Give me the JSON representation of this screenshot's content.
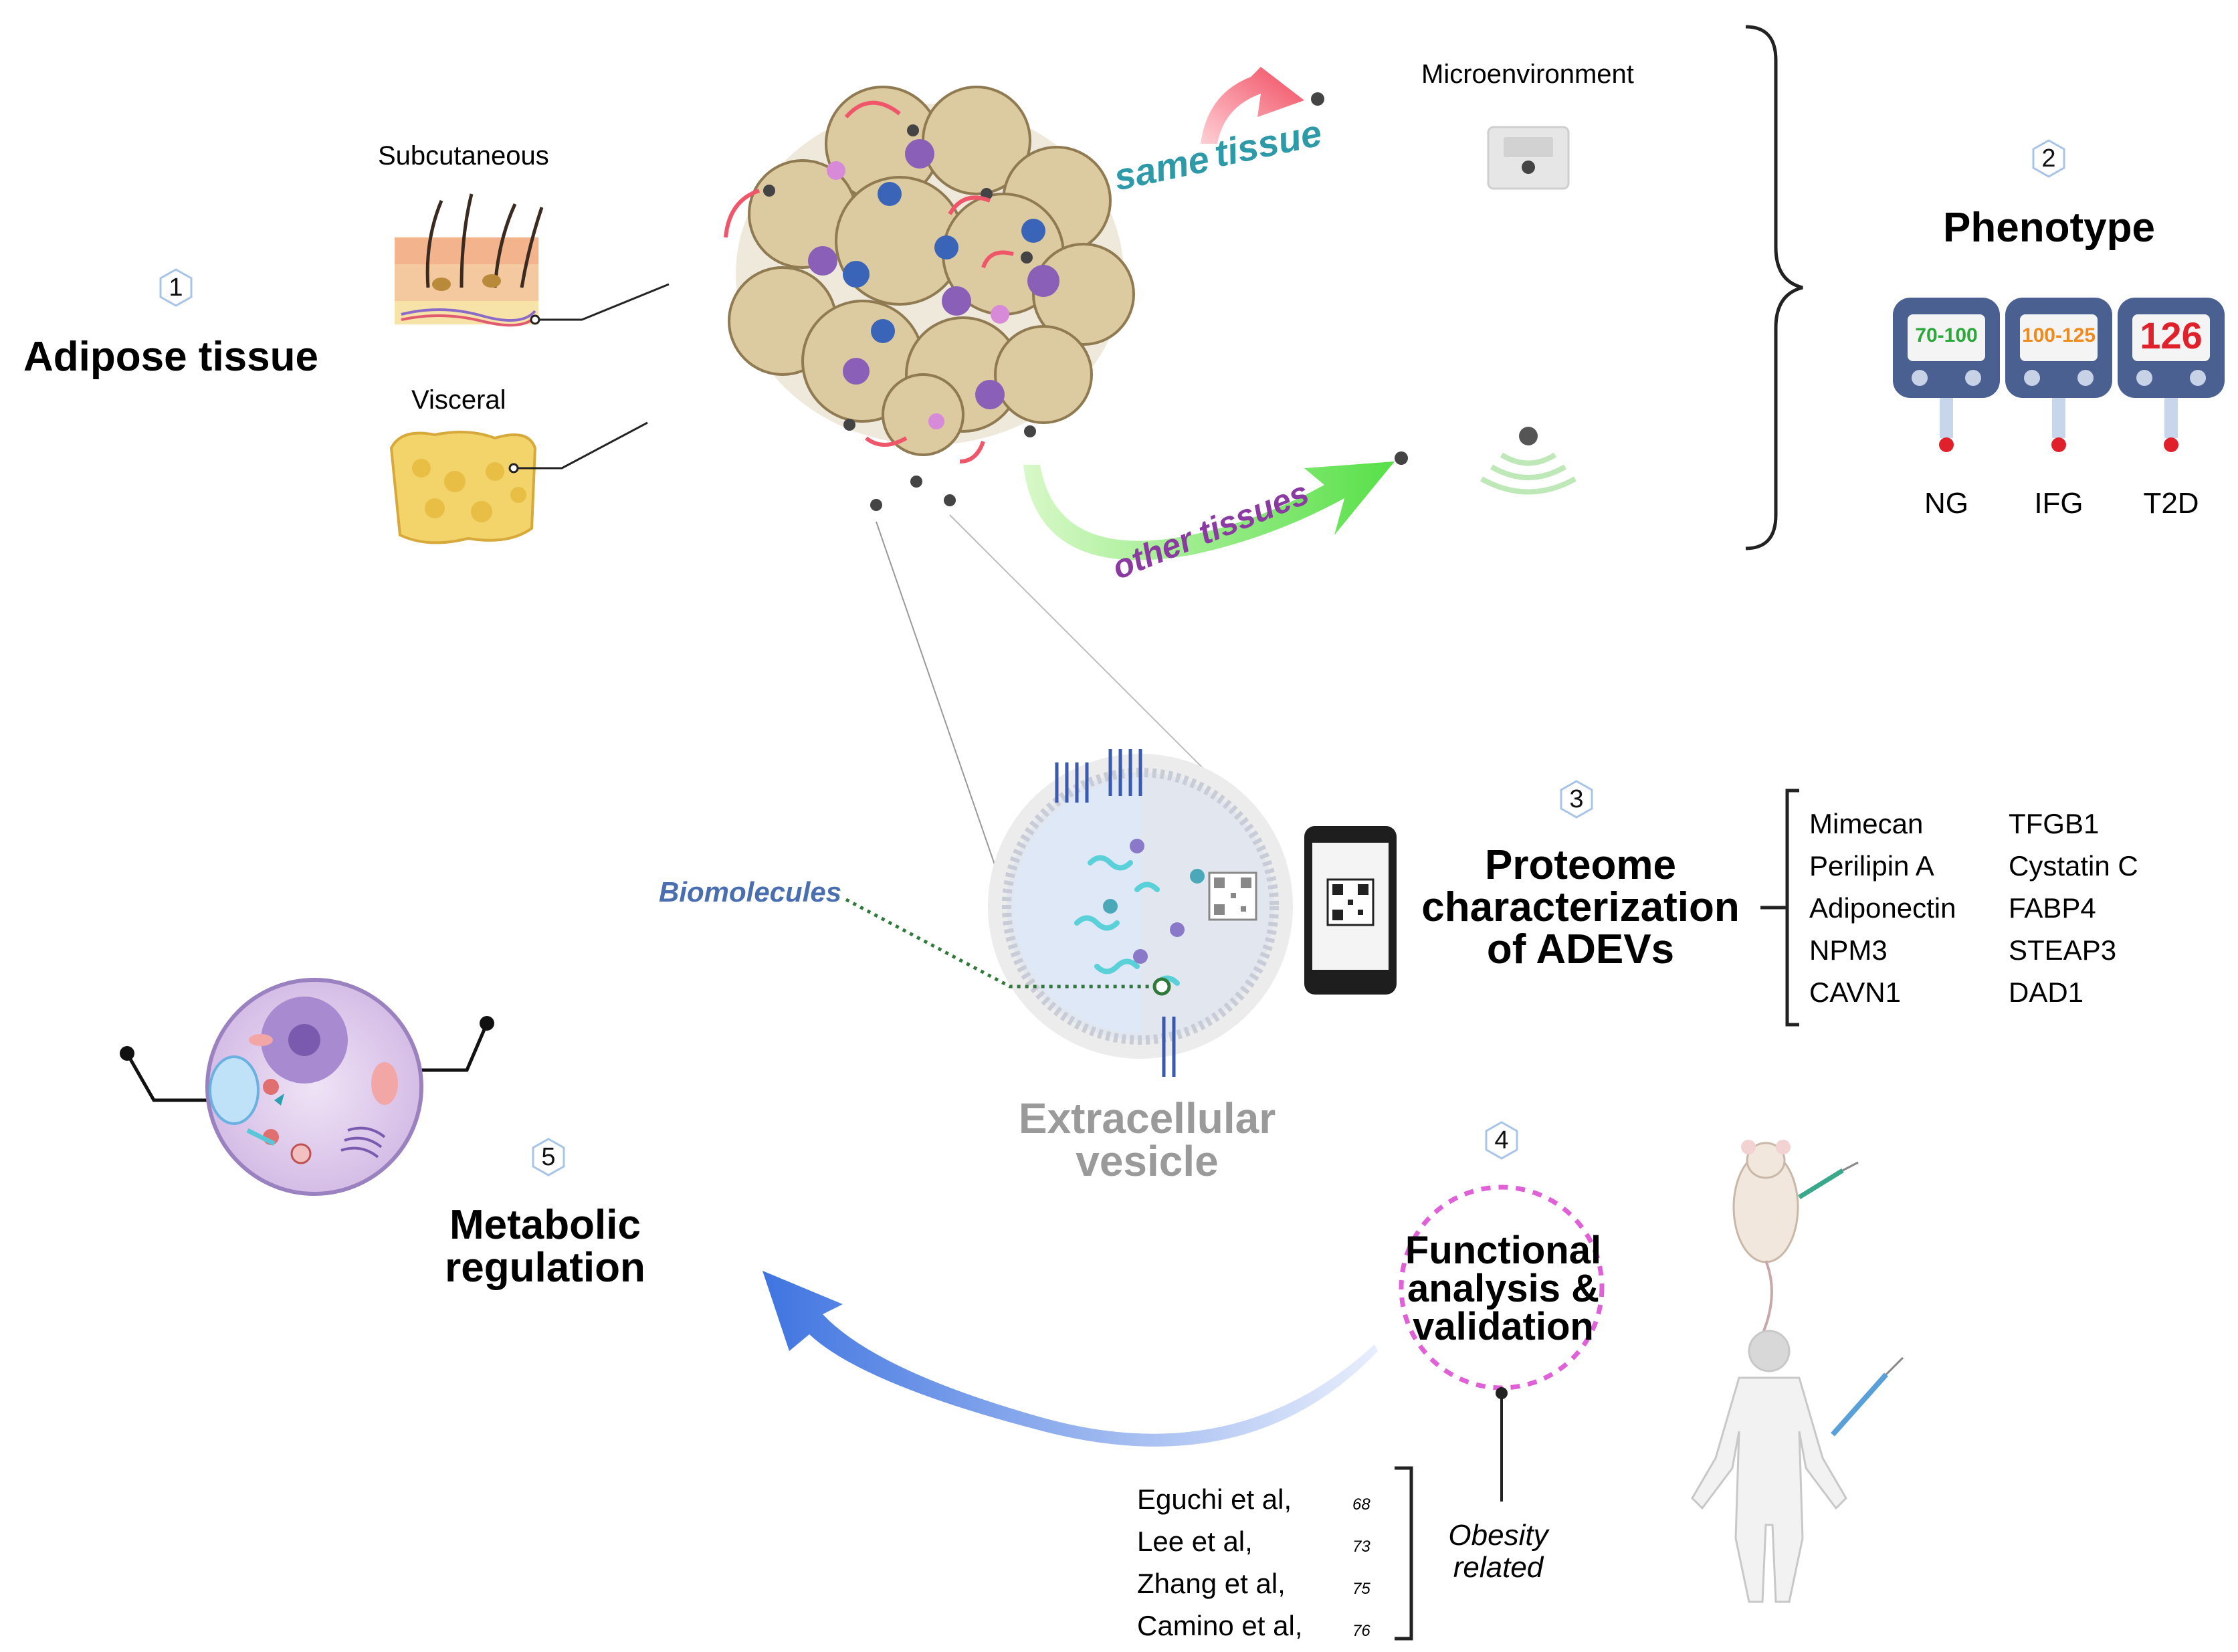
{
  "steps": {
    "s1": {
      "number": "1",
      "title": "Adipose tissue"
    },
    "s2": {
      "number": "2",
      "title": "Phenotype"
    },
    "s3": {
      "number": "3",
      "title_lines": [
        "Proteome",
        "characterization",
        "of ADEVs"
      ]
    },
    "s4": {
      "number": "4",
      "title_lines": [
        "Functional",
        "analysis &",
        "validation"
      ]
    },
    "s5": {
      "number": "5",
      "title_lines": [
        "Metabolic",
        "regulation"
      ]
    }
  },
  "adipose": {
    "subcutaneous": "Subcutaneous",
    "visceral": "Visceral"
  },
  "arrows": {
    "same_tissue_1": "same",
    "same_tissue_2": "tissue",
    "other_tissues": "other tissues"
  },
  "microenvironment": "Microenvironment",
  "phenotype": {
    "meters": [
      {
        "reading": "70-100",
        "label": "NG",
        "color": "#2aa83a"
      },
      {
        "reading": "100-125",
        "label": "IFG",
        "color": "#f08a1c"
      },
      {
        "reading": "126",
        "label": "T2D",
        "color": "#e0202a"
      }
    ]
  },
  "vesicle": {
    "biomolecules": "Biomolecules",
    "title_lines": [
      "Extracellular",
      "vesicle"
    ]
  },
  "proteins": {
    "col1": [
      "Mimecan",
      "Perilipin A",
      "Adiponectin",
      "NPM3",
      "CAVN1"
    ],
    "col2": [
      "TFGB1",
      "Cystatin C",
      "FABP4",
      "STEAP3",
      "DAD1"
    ]
  },
  "references": [
    {
      "author": "Eguchi et al,",
      "ref": "68"
    },
    {
      "author": "Lee et al,",
      "ref": "73"
    },
    {
      "author": "Zhang et al,",
      "ref": "75"
    },
    {
      "author": "Camino et al,",
      "ref": "76"
    }
  ],
  "obesity": {
    "line1": "Obesity",
    "line2": "related"
  },
  "colors": {
    "same_tissue": "#2e9aa8",
    "other_tissues": "#8a3aa0",
    "biomolecules": "#4a6fb0",
    "ev_title": "#9a9a9a",
    "pink_arrow": "#f0566a",
    "green_arrow": "#6fe060",
    "blue_arrow": "#4a7fe0",
    "dash_circle": "#e060d8"
  }
}
